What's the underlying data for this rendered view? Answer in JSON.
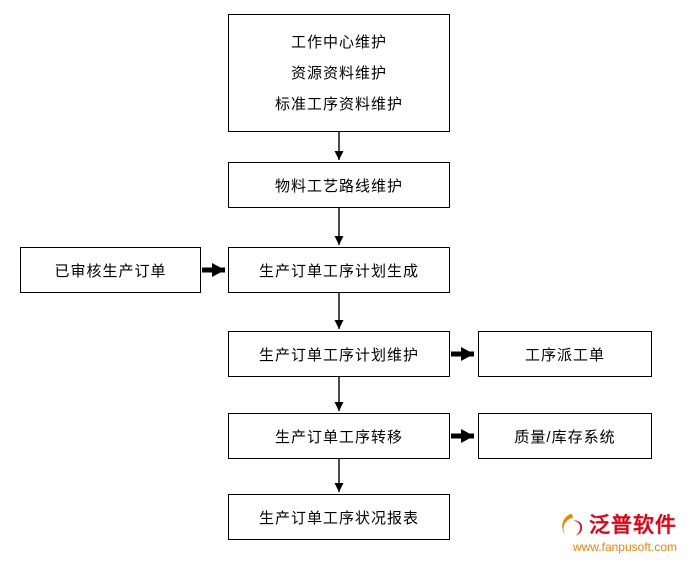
{
  "flowchart": {
    "top_box": {
      "lines": [
        "工作中心维护",
        "资源资料维护",
        "标准工序资料维护"
      ]
    },
    "center_boxes": [
      {
        "label": "物料工艺路线维护"
      },
      {
        "label": "生产订单工序计划生成"
      },
      {
        "label": "生产订单工序计划维护"
      },
      {
        "label": "生产订单工序转移"
      },
      {
        "label": "生产订单工序状况报表"
      }
    ],
    "left_box": {
      "label": "已审核生产订单"
    },
    "right_boxes": [
      {
        "label": "工序派工单"
      },
      {
        "label": "质量/库存系统"
      }
    ],
    "line_color": "#000000"
  },
  "branding": {
    "name": "泛普软件",
    "url": "www.fanpusoft.com",
    "name_color": "#e60012",
    "url_color": "#f08300",
    "icon_color_primary": "#e60012",
    "icon_color_secondary": "#f08300"
  }
}
